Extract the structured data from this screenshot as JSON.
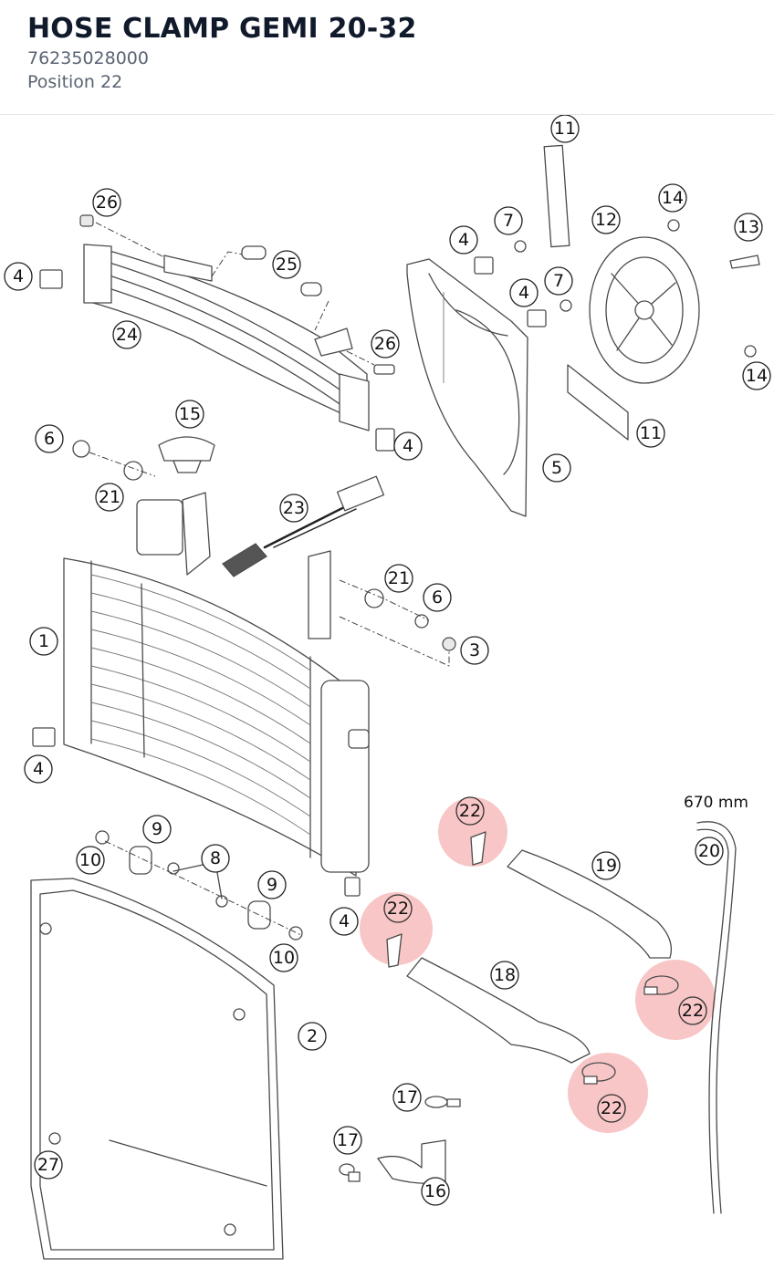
{
  "header": {
    "title": "HOSE CLAMP GEMI 20-32",
    "part_number": "76235028000",
    "position": "Position 22"
  },
  "diagram": {
    "highlight_color": "#f08080",
    "highlighted_position": "22",
    "dimension_label": "670 mm",
    "callouts": [
      "1",
      "2",
      "3",
      "4",
      "5",
      "6",
      "7",
      "8",
      "9",
      "10",
      "11",
      "12",
      "13",
      "14",
      "15",
      "16",
      "17",
      "18",
      "19",
      "20",
      "21",
      "22",
      "23",
      "24",
      "25",
      "26",
      "27"
    ]
  }
}
